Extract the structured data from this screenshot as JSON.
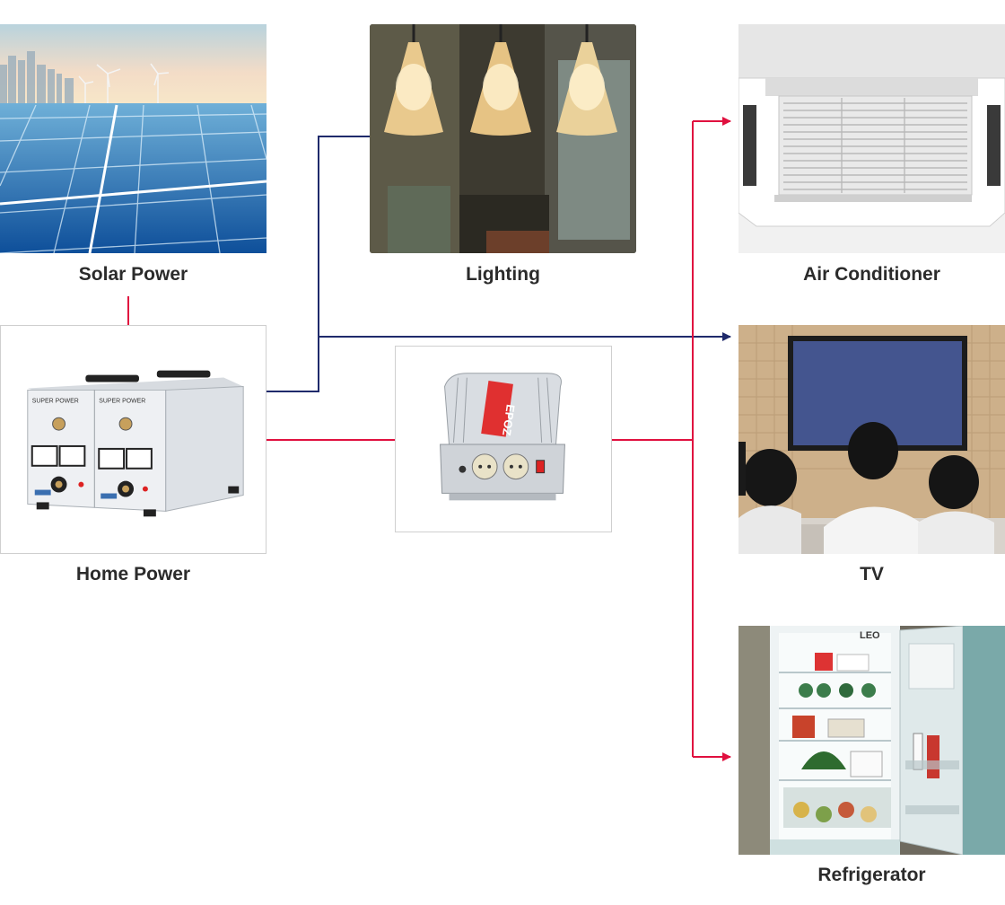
{
  "labels": {
    "solar_power": "Solar Power",
    "lighting": "Lighting",
    "air_conditioner": "Air Conditioner",
    "home_power": "Home Power",
    "tv": "TV",
    "refrigerator": "Refrigerator"
  },
  "device_text": {
    "home_power_panel": "SUPER POWER",
    "inverter_brand": "EPOZ",
    "fridge_brand": "LEO"
  },
  "colors": {
    "ac_line": "#e0103f",
    "dc_line": "#1f2a6b",
    "caption": "#2b2b2b",
    "frame": "#cfcfcf"
  }
}
